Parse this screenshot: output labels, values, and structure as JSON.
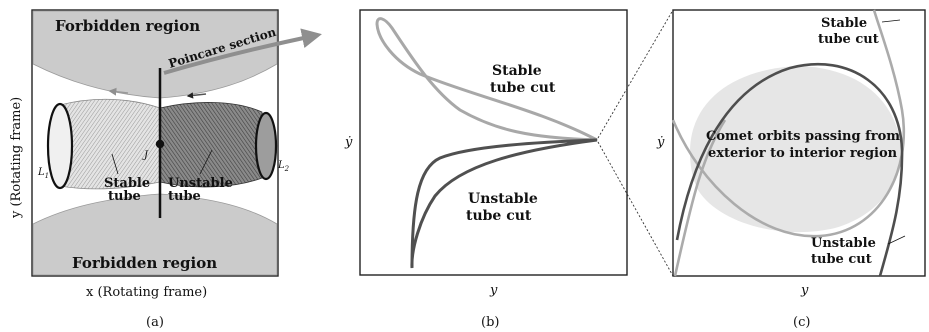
{
  "panel_a": {
    "forbidden_top": "Forbidden region",
    "forbidden_bottom": "Forbidden region",
    "poincare": "Poincare section",
    "l1": "L",
    "l1_sub": "1",
    "l2": "L",
    "l2_sub": "2",
    "j": "J",
    "stable_1": "Stable",
    "stable_2": "tube",
    "unstable_1": "Unstable",
    "unstable_2": "tube",
    "xlabel": "x (Rotating frame)",
    "ylabel": "y (Rotating frame)",
    "caption": "(a)"
  },
  "panel_b": {
    "stable_1": "Stable",
    "stable_2": "tube cut",
    "unstable_1": "Unstable",
    "unstable_2": "tube cut",
    "xlabel": "y",
    "ylabel": "ẏ",
    "caption": "(b)"
  },
  "panel_c": {
    "stable_1": "Stable",
    "stable_2": "tube cut",
    "comet_1": "Comet orbits passing from",
    "comet_2": "exterior to interior region",
    "unstable_1": "Unstable",
    "unstable_2": "tube cut",
    "xlabel": "y",
    "ylabel": "ẏ",
    "caption": "(c)"
  },
  "colors": {
    "stable_curve": "#a8a8a8",
    "unstable_curve": "#505050",
    "forbidden_fill": "#c9c9c9",
    "comet_fill": "#e6e6e6"
  }
}
